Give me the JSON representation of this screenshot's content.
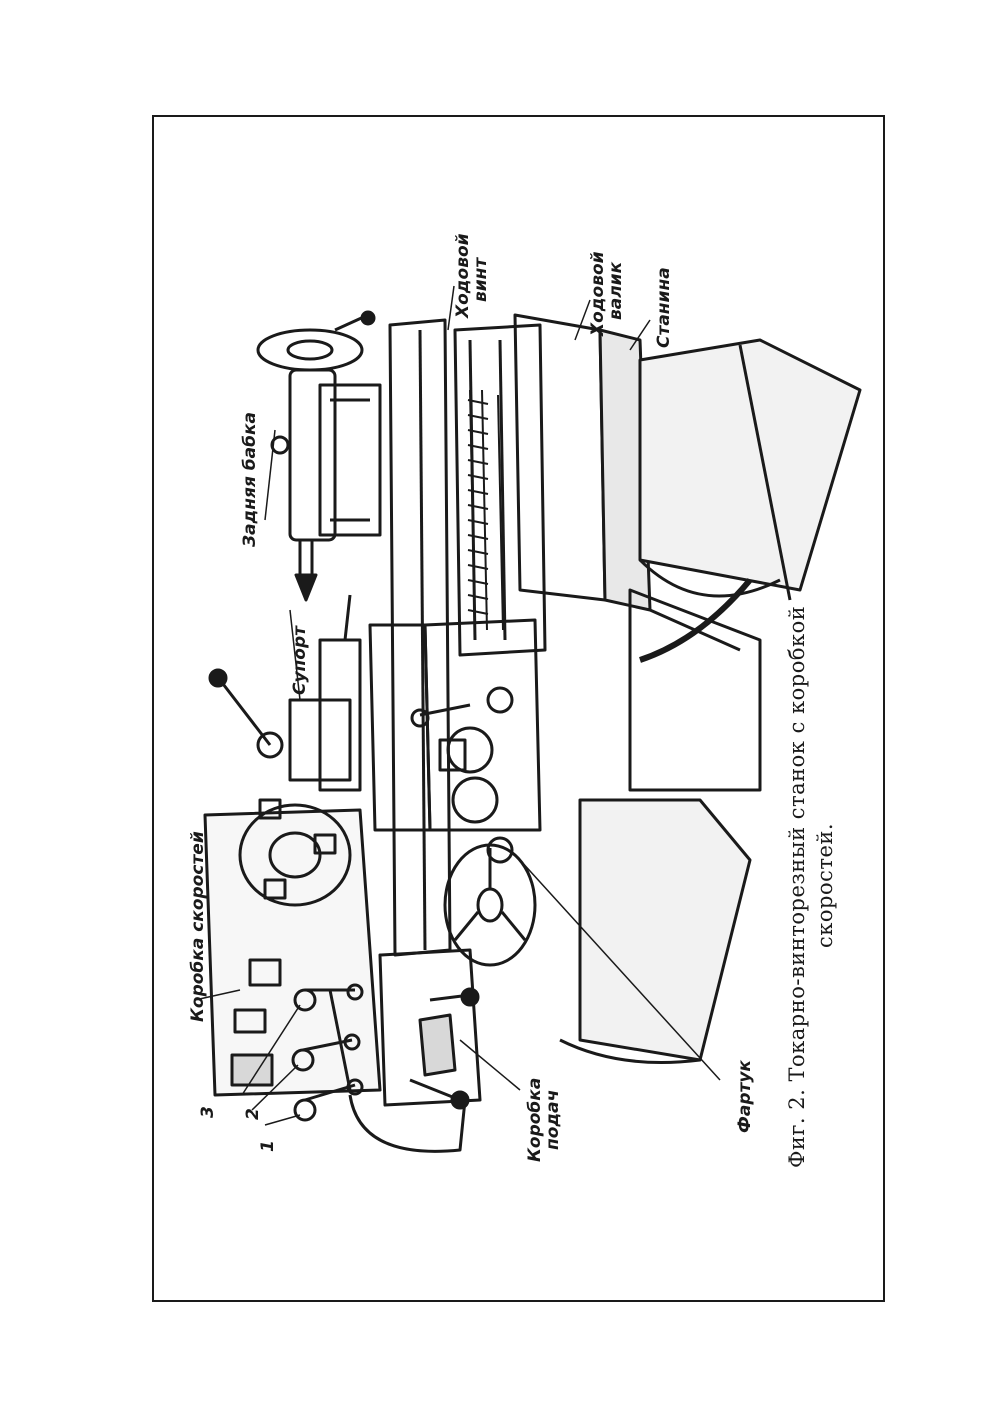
{
  "figure": {
    "labels": {
      "headstock": "Коробка скоростей",
      "carriage": "Супорт",
      "tailstock": "Задняя бабка",
      "lead_screw": [
        "Ходовой",
        "винт"
      ],
      "feed_shaft": [
        "Ходовой",
        "валик"
      ],
      "bed": "Станина",
      "feed_box": [
        "Коробка",
        "подач"
      ],
      "apron": "Фартук",
      "lever_1": "1",
      "lever_2": "2",
      "lever_3": "3"
    },
    "caption": {
      "line1": "Фиг. 2. Токарно-винторезный станок с коробкой",
      "line2": "скоростей."
    }
  }
}
